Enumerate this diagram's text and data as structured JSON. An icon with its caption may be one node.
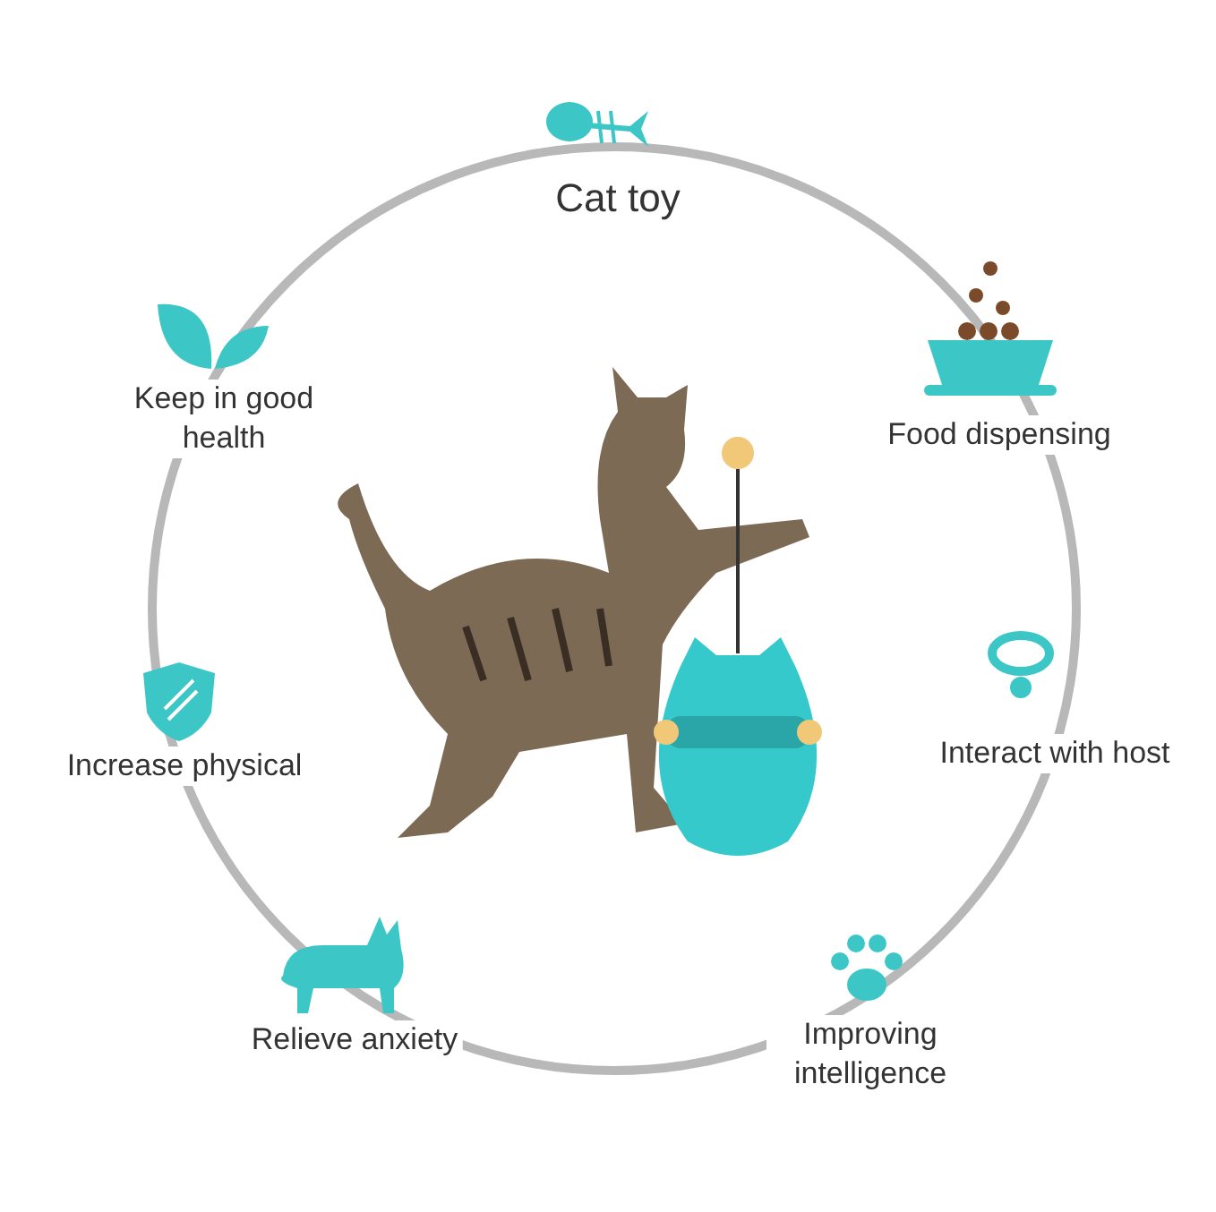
{
  "diagram": {
    "labels": [
      "Cat toy",
      "Food dispensing",
      "Interact with host",
      "Improving intelligence",
      "Relieve anxiety",
      "Increase physical",
      "Keep in good health"
    ]
  }
}
